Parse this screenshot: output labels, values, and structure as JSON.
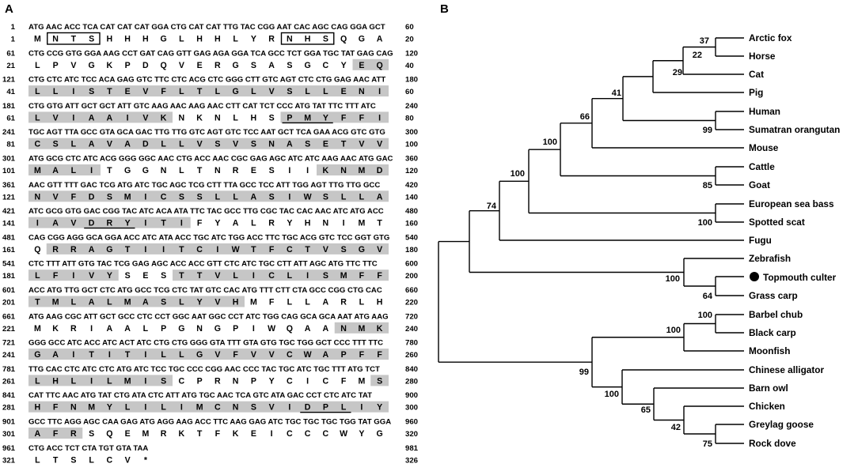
{
  "panels": {
    "a": "A",
    "b": "B"
  },
  "sequence": {
    "rows": [
      {
        "nt_start": "1",
        "nt": "ATG AAC ACC TCA CAT CAT CAT GGA CTG CAT CAT TTG TAC CGG AAT CAC AGC CAG GGA GCT",
        "nt_end": "60",
        "aa_start": "1",
        "aa": [
          "M",
          "N",
          "T",
          "S",
          "H",
          "H",
          "H",
          "G",
          "L",
          "H",
          "H",
          "L",
          "Y",
          "R",
          "N",
          "H",
          "S",
          "Q",
          "G",
          "A"
        ],
        "aa_end": "20",
        "shade": [],
        "boxes": [
          [
            1,
            3
          ],
          [
            14,
            16
          ]
        ],
        "underline": []
      },
      {
        "nt_start": "61",
        "nt": "CTG CCG GTG GGA AAG CCT GAT CAG GTT GAG AGA GGA TCA GCC TCT GGA TGC TAT GAG CAG",
        "nt_end": "120",
        "aa_start": "21",
        "aa": [
          "L",
          "P",
          "V",
          "G",
          "K",
          "P",
          "D",
          "Q",
          "V",
          "E",
          "R",
          "G",
          "S",
          "A",
          "S",
          "G",
          "C",
          "Y",
          "E",
          "Q"
        ],
        "aa_end": "40",
        "shade": [
          [
            18,
            19
          ]
        ],
        "boxes": [],
        "underline": []
      },
      {
        "nt_start": "121",
        "nt": "CTG CTC ATC TCC ACA GAG GTC TTC CTC ACG CTC GGG CTT GTC AGT CTC CTG GAG AAC ATT",
        "nt_end": "180",
        "aa_start": "41",
        "aa": [
          "L",
          "L",
          "I",
          "S",
          "T",
          "E",
          "V",
          "F",
          "L",
          "T",
          "L",
          "G",
          "L",
          "V",
          "S",
          "L",
          "L",
          "E",
          "N",
          "I"
        ],
        "aa_end": "60",
        "shade": [
          [
            0,
            19
          ]
        ],
        "boxes": [],
        "underline": []
      },
      {
        "nt_start": "181",
        "nt": "CTG GTG ATT GCT GCT ATT GTC AAG AAC AAG AAC CTT CAT TCT CCC ATG TAT TTC TTT ATC",
        "nt_end": "240",
        "aa_start": "61",
        "aa": [
          "L",
          "V",
          "I",
          "A",
          "A",
          "I",
          "V",
          "K",
          "N",
          "K",
          "N",
          "L",
          "H",
          "S",
          "P",
          "M",
          "Y",
          "F",
          "F",
          "I"
        ],
        "aa_end": "80",
        "shade": [
          [
            0,
            7
          ],
          [
            14,
            19
          ]
        ],
        "boxes": [],
        "underline": [
          [
            14,
            16
          ]
        ]
      },
      {
        "nt_start": "241",
        "nt": "TGC AGT TTA GCC GTA GCA GAC TTG TTG GTC AGT GTC TCC AAT GCT TCA GAA ACG GTC GTG",
        "nt_end": "300",
        "aa_start": "81",
        "aa": [
          "C",
          "S",
          "L",
          "A",
          "V",
          "A",
          "D",
          "L",
          "L",
          "V",
          "S",
          "V",
          "S",
          "N",
          "A",
          "S",
          "E",
          "T",
          "V",
          "V"
        ],
        "aa_end": "100",
        "shade": [
          [
            0,
            19
          ]
        ],
        "boxes": [],
        "underline": []
      },
      {
        "nt_start": "301",
        "nt": "ATG GCG CTC ATC ACG GGG GGC AAC CTG ACC AAC CGC GAG AGC ATC ATC AAG AAC ATG GAC",
        "nt_end": "360",
        "aa_start": "101",
        "aa": [
          "M",
          "A",
          "L",
          "I",
          "T",
          "G",
          "G",
          "N",
          "L",
          "T",
          "N",
          "R",
          "E",
          "S",
          "I",
          "I",
          "K",
          "N",
          "M",
          "D"
        ],
        "aa_end": "120",
        "shade": [
          [
            0,
            3
          ],
          [
            16,
            19
          ]
        ],
        "boxes": [],
        "underline": []
      },
      {
        "nt_start": "361",
        "nt": "AAC GTT TTT GAC TCG ATG ATC TGC AGC TCG CTT TTA GCC TCC ATT TGG AGT TTG TTG GCC",
        "nt_end": "420",
        "aa_start": "121",
        "aa": [
          "N",
          "V",
          "F",
          "D",
          "S",
          "M",
          "I",
          "C",
          "S",
          "S",
          "L",
          "L",
          "A",
          "S",
          "I",
          "W",
          "S",
          "L",
          "L",
          "A"
        ],
        "aa_end": "140",
        "shade": [
          [
            0,
            19
          ]
        ],
        "boxes": [],
        "underline": []
      },
      {
        "nt_start": "421",
        "nt": "ATC GCG GTG GAC CGG TAC ATC ACA ATA TTC TAC GCC TTG CGC TAC CAC AAC ATC ATG ACC",
        "nt_end": "480",
        "aa_start": "141",
        "aa": [
          "I",
          "A",
          "V",
          "D",
          "R",
          "Y",
          "I",
          "T",
          "I",
          "F",
          "Y",
          "A",
          "L",
          "R",
          "Y",
          "H",
          "N",
          "I",
          "M",
          "T"
        ],
        "aa_end": "160",
        "shade": [
          [
            0,
            8
          ]
        ],
        "boxes": [],
        "underline": [
          [
            3,
            5
          ]
        ]
      },
      {
        "nt_start": "481",
        "nt": "CAG CGG AGG GCA GGA ACC ATC ATA ACC TGC ATC TGG ACC TTC TGC ACG GTC TCC GGT GTG",
        "nt_end": "540",
        "aa_start": "161",
        "aa": [
          "Q",
          "R",
          "R",
          "A",
          "G",
          "T",
          "I",
          "I",
          "T",
          "C",
          "I",
          "W",
          "T",
          "F",
          "C",
          "T",
          "V",
          "S",
          "G",
          "V"
        ],
        "aa_end": "180",
        "shade": [
          [
            1,
            19
          ]
        ],
        "boxes": [],
        "underline": []
      },
      {
        "nt_start": "541",
        "nt": "CTC TTT ATT GTG TAC TCG GAG AGC ACC ACC GTT CTC ATC TGC CTT ATT AGC ATG TTC TTC",
        "nt_end": "600",
        "aa_start": "181",
        "aa": [
          "L",
          "F",
          "I",
          "V",
          "Y",
          "S",
          "E",
          "S",
          "T",
          "T",
          "V",
          "L",
          "I",
          "C",
          "L",
          "I",
          "S",
          "M",
          "F",
          "F"
        ],
        "aa_end": "200",
        "shade": [
          [
            0,
            4
          ],
          [
            8,
            19
          ]
        ],
        "boxes": [],
        "underline": []
      },
      {
        "nt_start": "601",
        "nt": "ACC ATG TTG GCT CTC ATG GCC TCG CTC TAT GTC CAC ATG TTT CTT CTA GCC CGG CTG CAC",
        "nt_end": "660",
        "aa_start": "201",
        "aa": [
          "T",
          "M",
          "L",
          "A",
          "L",
          "M",
          "A",
          "S",
          "L",
          "Y",
          "V",
          "H",
          "M",
          "F",
          "L",
          "L",
          "A",
          "R",
          "L",
          "H"
        ],
        "aa_end": "220",
        "shade": [
          [
            0,
            11
          ]
        ],
        "boxes": [],
        "underline": []
      },
      {
        "nt_start": "661",
        "nt": "ATG AAG CGC ATT GCT GCC CTC CCT GGC AAT GGC CCT ATC TGG CAG GCA GCA AAT ATG AAG",
        "nt_end": "720",
        "aa_start": "221",
        "aa": [
          "M",
          "K",
          "R",
          "I",
          "A",
          "A",
          "L",
          "P",
          "G",
          "N",
          "G",
          "P",
          "I",
          "W",
          "Q",
          "A",
          "A",
          "N",
          "M",
          "K"
        ],
        "aa_end": "240",
        "shade": [
          [
            17,
            19
          ]
        ],
        "boxes": [],
        "underline": []
      },
      {
        "nt_start": "721",
        "nt": "GGG GCC ATC ACC ATC ACT ATC CTG CTG GGG GTA TTT GTA GTG TGC TGG GCT CCC TTT TTC",
        "nt_end": "780",
        "aa_start": "241",
        "aa": [
          "G",
          "A",
          "I",
          "T",
          "I",
          "T",
          "I",
          "L",
          "L",
          "G",
          "V",
          "F",
          "V",
          "V",
          "C",
          "W",
          "A",
          "P",
          "F",
          "F"
        ],
        "aa_end": "260",
        "shade": [
          [
            0,
            19
          ]
        ],
        "boxes": [],
        "underline": []
      },
      {
        "nt_start": "781",
        "nt": "TTG CAC CTC ATC CTC ATG ATC TCC TGC CCC CGG AAC CCC TAC TGC ATC TGC TTT ATG TCT",
        "nt_end": "840",
        "aa_start": "261",
        "aa": [
          "L",
          "H",
          "L",
          "I",
          "L",
          "M",
          "I",
          "S",
          "C",
          "P",
          "R",
          "N",
          "P",
          "Y",
          "C",
          "I",
          "C",
          "F",
          "M",
          "S"
        ],
        "aa_end": "280",
        "shade": [
          [
            0,
            7
          ],
          [
            19,
            19
          ]
        ],
        "boxes": [],
        "underline": []
      },
      {
        "nt_start": "841",
        "nt": "CAT TTC AAC ATG TAT CTG ATA CTC ATT ATG TGC AAC TCA GTC ATA GAC CCT CTC ATC TAT",
        "nt_end": "900",
        "aa_start": "281",
        "aa": [
          "H",
          "F",
          "N",
          "M",
          "Y",
          "L",
          "I",
          "L",
          "I",
          "M",
          "C",
          "N",
          "S",
          "V",
          "I",
          "D",
          "P",
          "L",
          "I",
          "Y"
        ],
        "aa_end": "300",
        "shade": [
          [
            0,
            19
          ]
        ],
        "boxes": [],
        "underline": [
          [
            15,
            17
          ]
        ]
      },
      {
        "nt_start": "901",
        "nt": "GCC TTC AGG AGC CAA GAG ATG AGG AAG ACC TTC AAG GAG ATC TGC TGC TGC TGG TAT GGA",
        "nt_end": "960",
        "aa_start": "301",
        "aa": [
          "A",
          "F",
          "R",
          "S",
          "Q",
          "E",
          "M",
          "R",
          "K",
          "T",
          "F",
          "K",
          "E",
          "I",
          "C",
          "C",
          "C",
          "W",
          "Y",
          "G"
        ],
        "aa_end": "320",
        "shade": [
          [
            0,
            2
          ]
        ],
        "boxes": [],
        "underline": []
      },
      {
        "nt_start": "961",
        "nt": "CTG ACC TCT CTA TGT GTA TAA",
        "nt_end": "981",
        "aa_start": "321",
        "aa": [
          "L",
          "T",
          "S",
          "L",
          "C",
          "V",
          "*"
        ],
        "aa_end": "326",
        "shade": [],
        "boxes": [],
        "underline": []
      }
    ]
  },
  "tree": {
    "taxa": [
      {
        "label": "Arctic fox",
        "marked": false
      },
      {
        "label": "Horse",
        "marked": false
      },
      {
        "label": "Cat",
        "marked": false
      },
      {
        "label": "Pig",
        "marked": false
      },
      {
        "label": "Human",
        "marked": false
      },
      {
        "label": "Sumatran orangutan",
        "marked": false
      },
      {
        "label": "Mouse",
        "marked": false
      },
      {
        "label": "Cattle",
        "marked": false
      },
      {
        "label": "Goat",
        "marked": false
      },
      {
        "label": "European sea bass",
        "marked": false
      },
      {
        "label": "Spotted scat",
        "marked": false
      },
      {
        "label": "Fugu",
        "marked": false
      },
      {
        "label": "Zebrafish",
        "marked": false
      },
      {
        "label": "Topmouth culter",
        "marked": true
      },
      {
        "label": "Grass carp",
        "marked": false
      },
      {
        "label": "Barbel chub",
        "marked": false
      },
      {
        "label": "Black carp",
        "marked": false
      },
      {
        "label": "Moonfish",
        "marked": false
      },
      {
        "label": "Chinese alligator",
        "marked": false
      },
      {
        "label": "Barn owl",
        "marked": false
      },
      {
        "label": "Chicken",
        "marked": false
      },
      {
        "label": "Greylag goose",
        "marked": false
      },
      {
        "label": "Rock dove",
        "marked": false
      }
    ],
    "bootstrap": {
      "fox_horse": "37",
      "cat_clade": "22",
      "pig_clade": "29",
      "mammal_core": "41",
      "human_orangutan": "99",
      "mouse_clade": "66",
      "mammals": "100",
      "cattle_goat": "85",
      "fish_marine": "100",
      "seabass_scat": "100",
      "fugu_clade": "74",
      "culter_grasscarp": "64",
      "zebrafish_clade": "100",
      "chub_blackcarp": "100",
      "moonfish_clade": "100",
      "goose_dove": "75",
      "chicken_clade": "42",
      "owl_clade": "65",
      "birds_reptile": "100",
      "lower_clade": "99"
    }
  }
}
